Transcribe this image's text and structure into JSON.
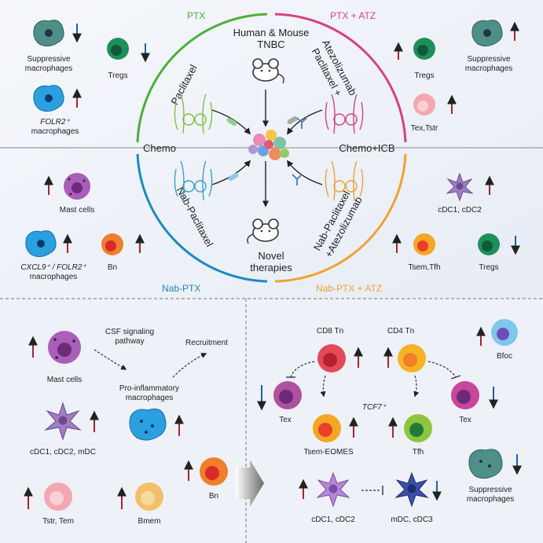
{
  "quadrants": {
    "ptx": {
      "title": "PTX",
      "color": "#4caf3a"
    },
    "ptx_atz": {
      "title": "PTX + ATZ",
      "color": "#d6447f"
    },
    "nab_ptx": {
      "title": "Nab-PTX",
      "color": "#1f8ac2"
    },
    "nab_ptx_atz": {
      "title": "Nab-PTX + ATZ",
      "color": "#f0a132"
    }
  },
  "center": {
    "top_line1": "Human & Mouse",
    "top_line2": "TNBC",
    "bottom_line1": "Novel",
    "bottom_line2": "therapies",
    "left_axis": "Chemo",
    "right_axis": "Chemo+ICB",
    "arc_paclitaxel": "Paclitaxel",
    "arc_pac_atz_1": "Paclitaxel +",
    "arc_pac_atz_2": "Atezolizumab",
    "arc_nab": "Nab-Paclitaxel",
    "arc_nab_atz_1": "Nab-Paclitaxel",
    "arc_nab_atz_2": "+Atezolizumab"
  },
  "ptx_cells": {
    "supp_mac_1": "Suppressive",
    "supp_mac_2": "macrophages",
    "tregs": "Tregs",
    "folr2_1": "FOLR2⁺",
    "folr2_2": "macrophages"
  },
  "ptx_atz_cells": {
    "tregs": "Tregs",
    "supp_mac_1": "Suppressive",
    "supp_mac_2": "macrophages",
    "tex_tstr": "Tex,Tstr"
  },
  "nab_cells": {
    "mast": "Mast cells",
    "cxcl9": "CXCL9⁺ / FOLR2⁺",
    "cxcl9_2": "macrophages",
    "bn": "Bn"
  },
  "nab_atz_cells": {
    "cdc": "cDC1, cDC2",
    "tsem_tfh": "Tsem,Tfh",
    "tregs": "Tregs"
  },
  "lower_left": {
    "mast": "Mast cells",
    "csf1": "CSF signaling",
    "csf2": "pathway",
    "recruit": "Recruitment",
    "proinf1": "Pro-inflammatory",
    "proinf2": "macrophages",
    "cdc": "cDC1, cDC2, mDC",
    "bn": "Bn",
    "tstr": "Tstr, Tem",
    "bmem": "Bmem"
  },
  "lower_right": {
    "cd8": "CD8 Tn",
    "cd4": "CD4 Tn",
    "bfoc": "Bfoc",
    "tex_left": "Tex",
    "tex_right": "Tex",
    "tcf7": "TCF7⁺",
    "tsem": "Tsem-EOMES",
    "tfh": "Tfh",
    "supp_1": "Suppressive",
    "supp_2": "macrophages",
    "cdc": "cDC1, cDC2",
    "mdc": "mDC, cDC3"
  },
  "colors": {
    "up_arrow": "#b0212e",
    "down_arrow": "#1e5fa8",
    "panel_bg": "#eef2f8"
  }
}
